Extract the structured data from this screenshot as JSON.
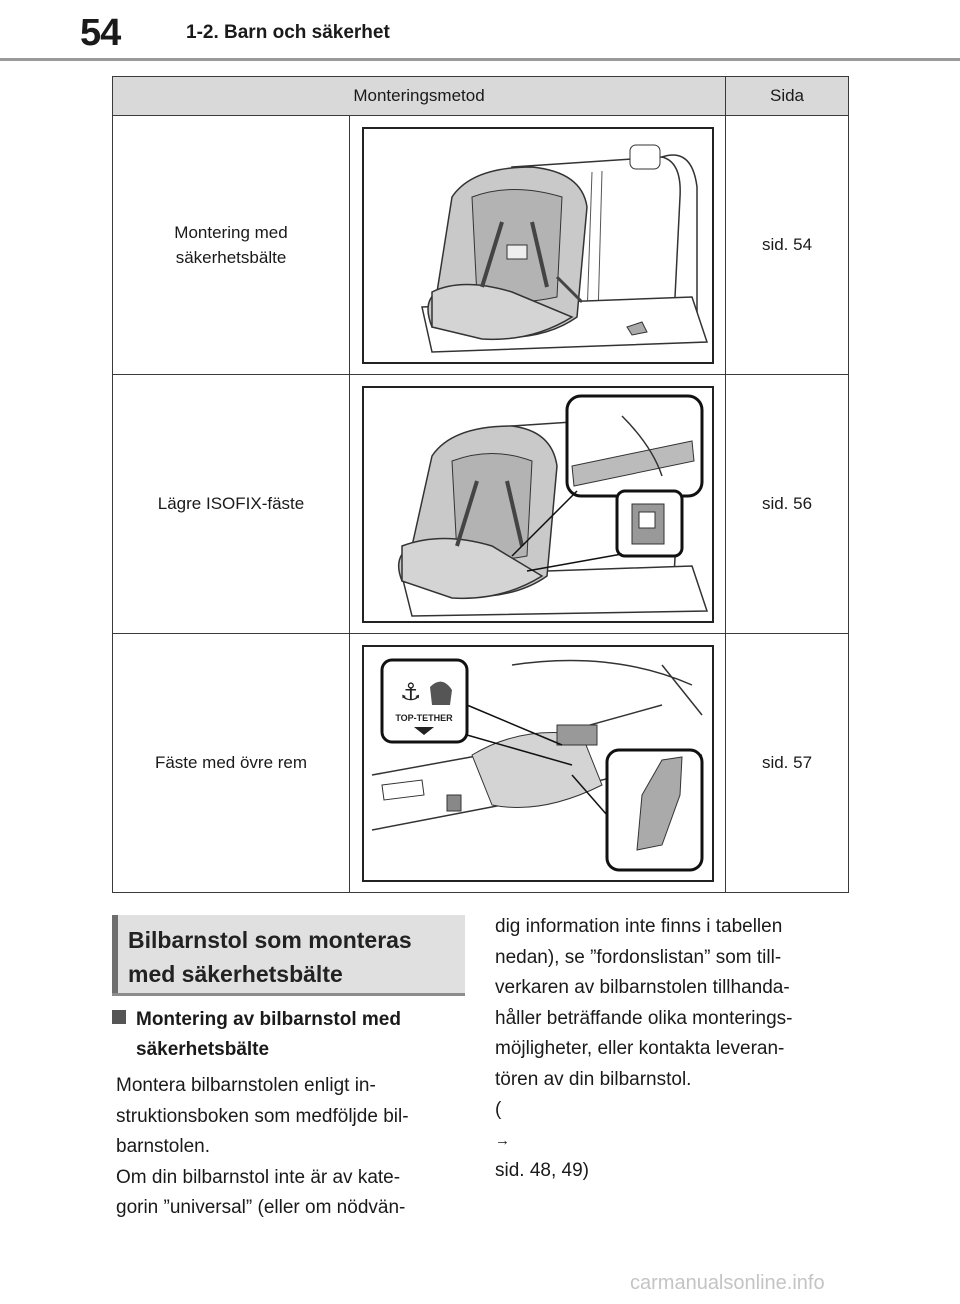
{
  "header": {
    "page_number": "54",
    "section_title": "1-2. Barn och säkerhet"
  },
  "table": {
    "headers": [
      "Monteringsmetod",
      "Sida"
    ],
    "rows": [
      {
        "method": "Montering med\nsäkerhetsbälte",
        "page": "sid. 54"
      },
      {
        "method": "Lägre ISOFIX-fäste",
        "page": "sid. 56"
      },
      {
        "method": "Fäste med övre rem",
        "page": "sid. 57"
      }
    ],
    "top_tether_label": "TOP-TETHER"
  },
  "section": {
    "heading_line1": "Bilbarnstol som monteras",
    "heading_line2": "med säkerhetsbälte",
    "subheading_line1": "Montering av bilbarnstol med",
    "subheading_line2": "säkerhetsbälte",
    "left_lines": [
      "Montera bilbarnstolen enligt in-",
      "struktionsboken som medföljde bil-",
      "barnstolen.",
      "Om din bilbarnstol inte är av kate-",
      "gorin ”universal” (eller om nödvän-"
    ],
    "right_lines": [
      "dig information inte finns i tabellen",
      "nedan), se ”fordonslistan” som till-",
      "verkaren av bilbarnstolen tillhanda-",
      "håller beträffande olika monterings-",
      "möjligheter, eller kontakta leveran-",
      "tören av din bilbarnstol."
    ],
    "ref_arrow": "→",
    "ref_text": " sid. 48, 49)",
    "ref_open": "("
  },
  "watermark": "carmanualsonline.info"
}
